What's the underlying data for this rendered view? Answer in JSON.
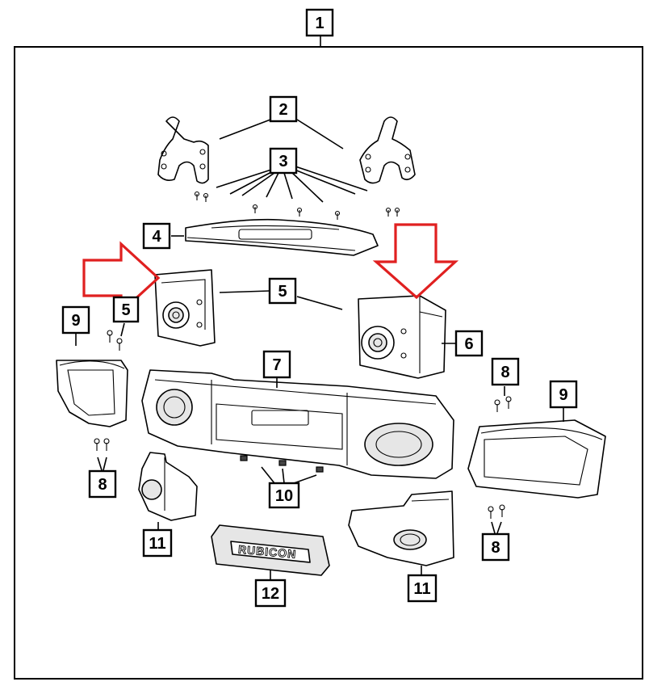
{
  "callouts": {
    "assembly": "1",
    "bracket": "2",
    "bolt_a": "3",
    "panel": "4",
    "mount_bracket": "5",
    "winch_mount": "6",
    "bumper": "7",
    "screw_left": "8",
    "screw_right_top": "8",
    "screw_right_bottom": "8",
    "end_cap_left": "9",
    "end_cap_right": "9",
    "nut": "10",
    "fog_housing_left": "11",
    "fog_housing_right": "11",
    "badge_plate": "12",
    "hidden_mount_label": "5"
  },
  "badge": {
    "text": "RUBICON"
  },
  "colors": {
    "highlight_arrow": "#e02020",
    "line": "#000000"
  }
}
